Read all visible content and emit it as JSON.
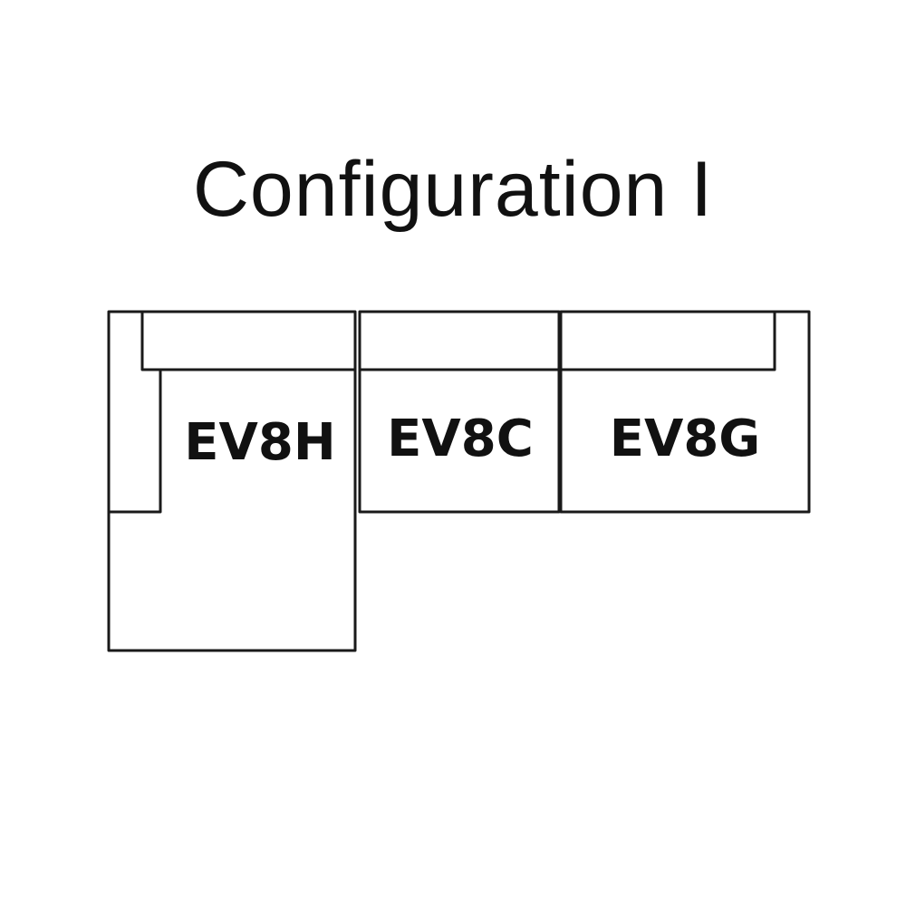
{
  "title": "Configuration I",
  "modules": [
    {
      "code": "EV8H"
    },
    {
      "code": "EV8C"
    },
    {
      "code": "EV8G"
    }
  ]
}
